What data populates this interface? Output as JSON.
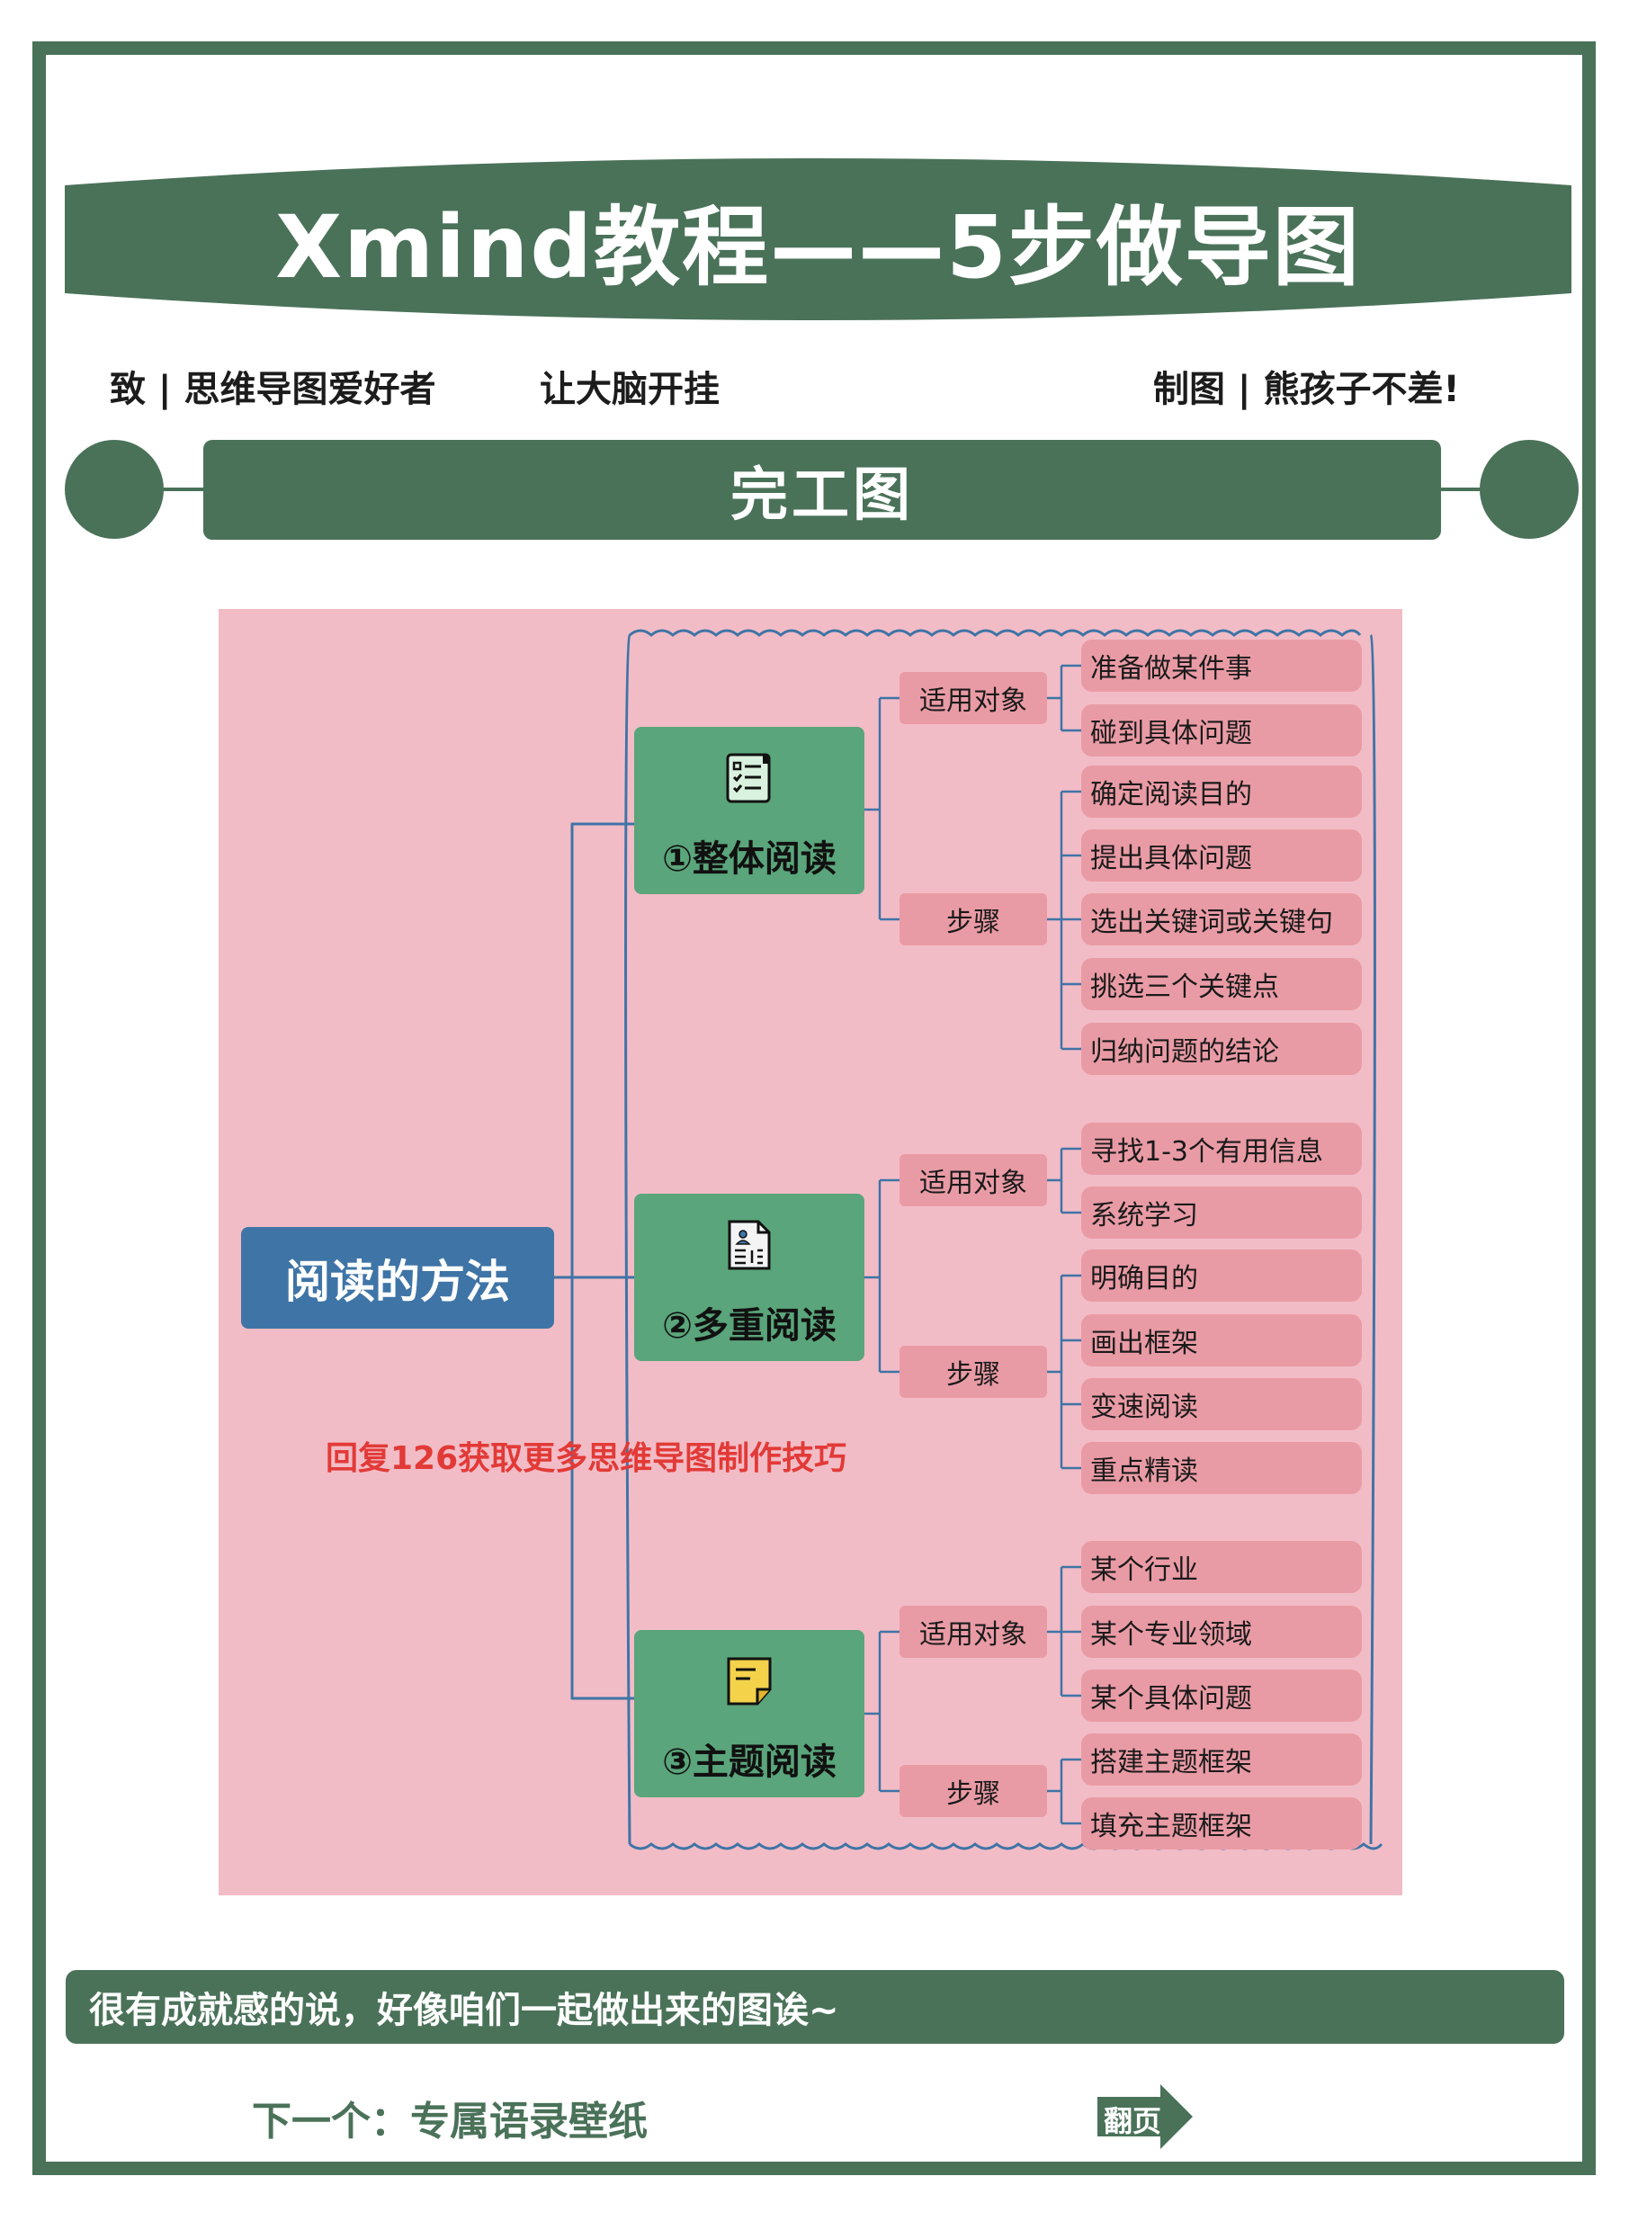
{
  "header": {
    "title": "Xmind教程——5步做导图",
    "byline_left": "致 | 思维导图爱好者",
    "byline_mid": "让大脑开挂",
    "byline_right": "制图 |  熊孩子不差!"
  },
  "section": {
    "title": "完工图"
  },
  "mindmap": {
    "root": "阅读的方法",
    "branches": [
      {
        "label": "①整体阅读",
        "icon": "checklist-icon",
        "groups": [
          {
            "label": "适用对象",
            "items": [
              "准备做某件事",
              "碰到具体问题"
            ]
          },
          {
            "label": "步骤",
            "items": [
              "确定阅读目的",
              "提出具体问题",
              "选出关键词或关键句",
              "挑选三个关键点",
              "归纳问题的结论"
            ]
          }
        ]
      },
      {
        "label": "②多重阅读",
        "icon": "document-profile-icon",
        "groups": [
          {
            "label": "适用对象",
            "items": [
              "寻找1-3个有用信息",
              "系统学习"
            ]
          },
          {
            "label": "步骤",
            "items": [
              "明确目的",
              "画出框架",
              "变速阅读",
              "重点精读"
            ]
          }
        ]
      },
      {
        "label": "③主题阅读",
        "icon": "sticky-note-icon",
        "groups": [
          {
            "label": "适用对象",
            "items": [
              "某个行业",
              "某个专业领域",
              "某个具体问题"
            ]
          },
          {
            "label": "步骤",
            "items": [
              "搭建主题框架",
              "填充主题框架"
            ]
          }
        ]
      }
    ],
    "promo": "回复126获取更多思维导图制作技巧"
  },
  "footer": {
    "caption": "很有成就感的说，好像咱们一起做出来的图诶~",
    "next": "下一个：专属语录壁纸",
    "next_button": "翻页"
  },
  "colors": {
    "brand_green": "#4a7259",
    "map_background": "#f2bcc6",
    "root_blue": "#3f74a6",
    "branch_green": "#5aa57b",
    "subtopic_pink": "#e99ba5",
    "promo_red": "#e23a37"
  }
}
